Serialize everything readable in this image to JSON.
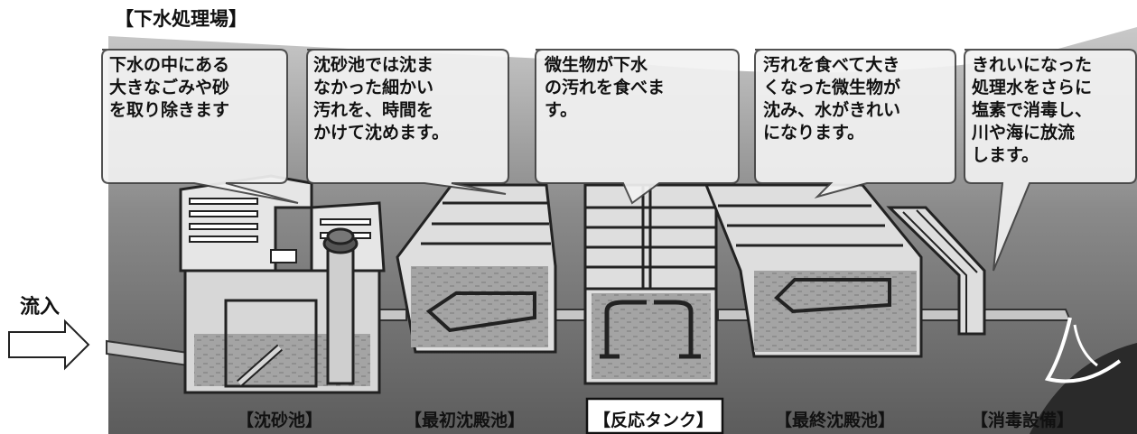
{
  "title": "【下水処理場】",
  "inflow_label": "流入",
  "bubbles": [
    {
      "lines": [
        "下水の中にある",
        "大きなごみや砂",
        "を取り除きます"
      ]
    },
    {
      "lines": [
        "沈砂池では沈ま",
        "なかった細かい",
        "汚れを、時間を",
        "かけて沈めます。"
      ]
    },
    {
      "lines": [
        "微生物が下水",
        "の汚れを食べま",
        "す。"
      ]
    },
    {
      "lines": [
        "汚れを食べて大き",
        "くなった微生物が",
        "沈み、水がきれい",
        "になります。"
      ]
    },
    {
      "lines": [
        "きれいになった",
        "処理水をさらに",
        "塩素で消毒し、",
        "川や海に放流",
        "します。"
      ]
    }
  ],
  "stages": [
    {
      "label": "【沈砂池】"
    },
    {
      "label": "【最初沈殿池】"
    },
    {
      "label": "【反応タンク】",
      "highlighted": true
    },
    {
      "label": "【最終沈殿池】"
    },
    {
      "label": "【消毒設備】"
    }
  ],
  "colors": {
    "background_band": "#6f6f6f",
    "band_top": "#bdbdbd",
    "bubble_fill": "#f1f1f1",
    "tank_fill": "#d9d9d9",
    "water_fill": "#9c9c9c"
  }
}
